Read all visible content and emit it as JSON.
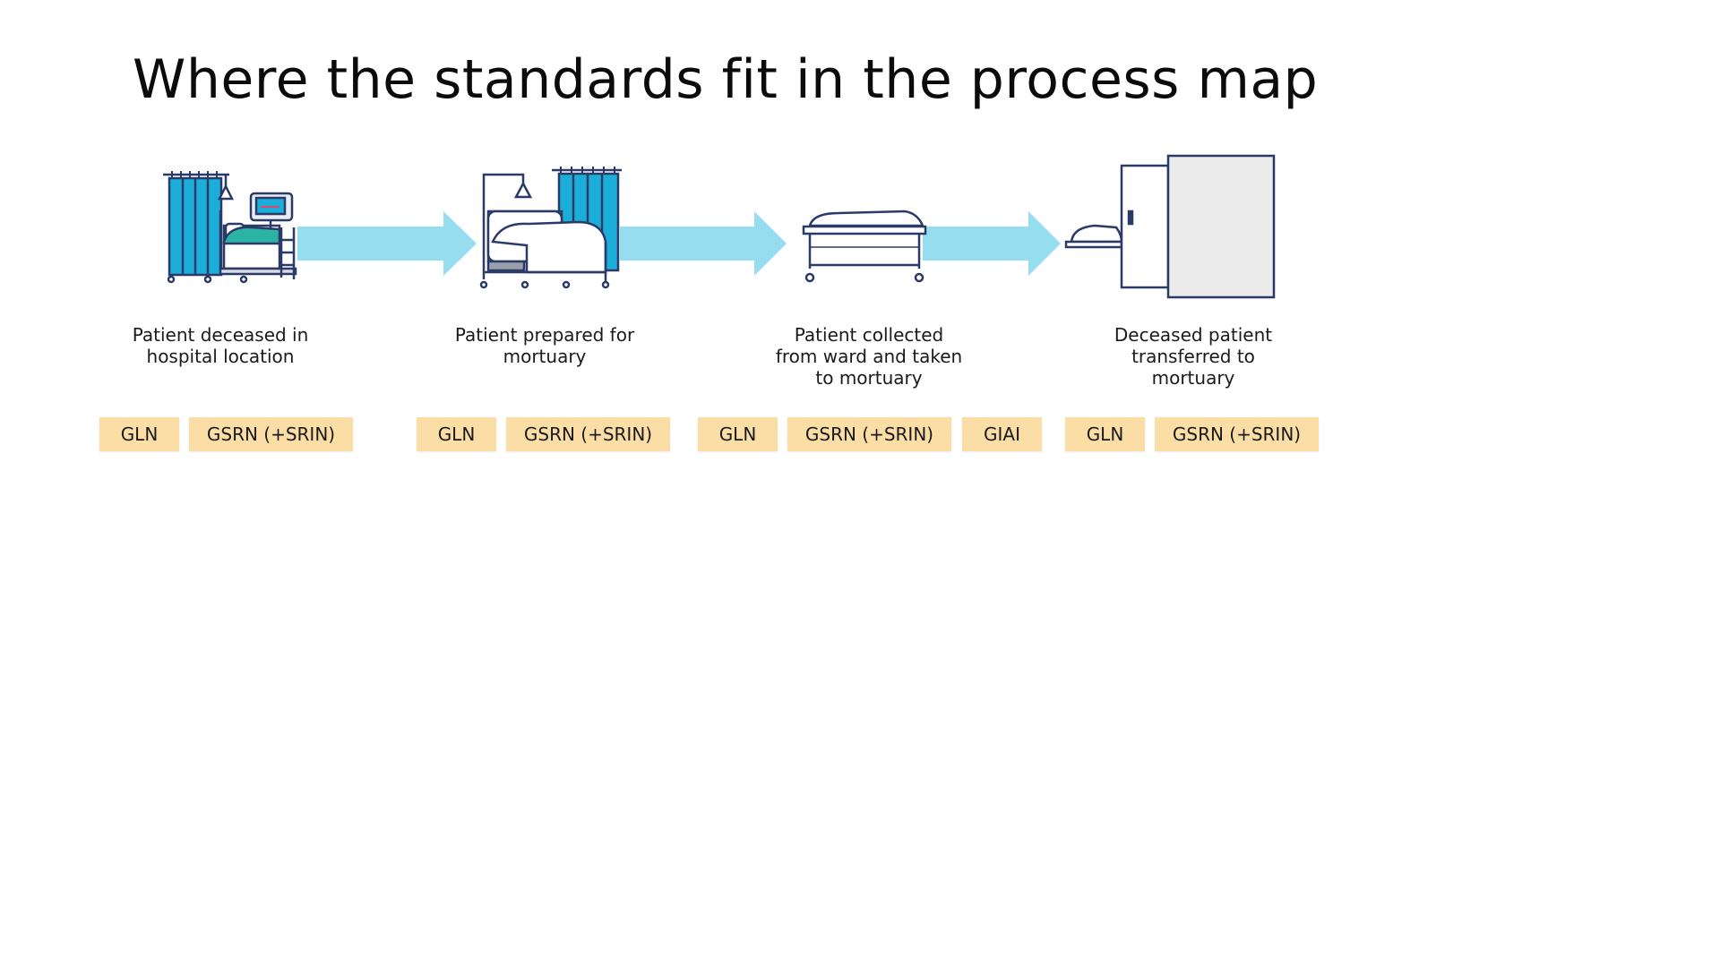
{
  "slide": {
    "title": "Where the standards fit in the process map"
  },
  "colors": {
    "arrow": "#96ddf0",
    "curtain": "#1aaed8",
    "outline": "#2b3a67",
    "bed_cover": "#2bb3a6",
    "tag_bg": "#fbdea6"
  },
  "steps": [
    {
      "label": "Patient deceased in\nhospital location",
      "icon": "hospital-bed-monitor-icon",
      "tags": [
        "GLN",
        "GSRN (+SRIN)"
      ]
    },
    {
      "label": "Patient prepared for\nmortuary",
      "icon": "covered-patient-bed-icon",
      "tags": [
        "GLN",
        "GSRN (+SRIN)"
      ]
    },
    {
      "label": "Patient collected\nfrom ward and taken\nto mortuary",
      "icon": "mortuary-trolley-icon",
      "tags": [
        "GLN",
        "GSRN (+SRIN)",
        "GIAI"
      ]
    },
    {
      "label": "Deceased patient\ntransferred to\nmortuary",
      "icon": "mortuary-fridge-icon",
      "tags": [
        "GLN",
        "GSRN (+SRIN)"
      ]
    }
  ]
}
